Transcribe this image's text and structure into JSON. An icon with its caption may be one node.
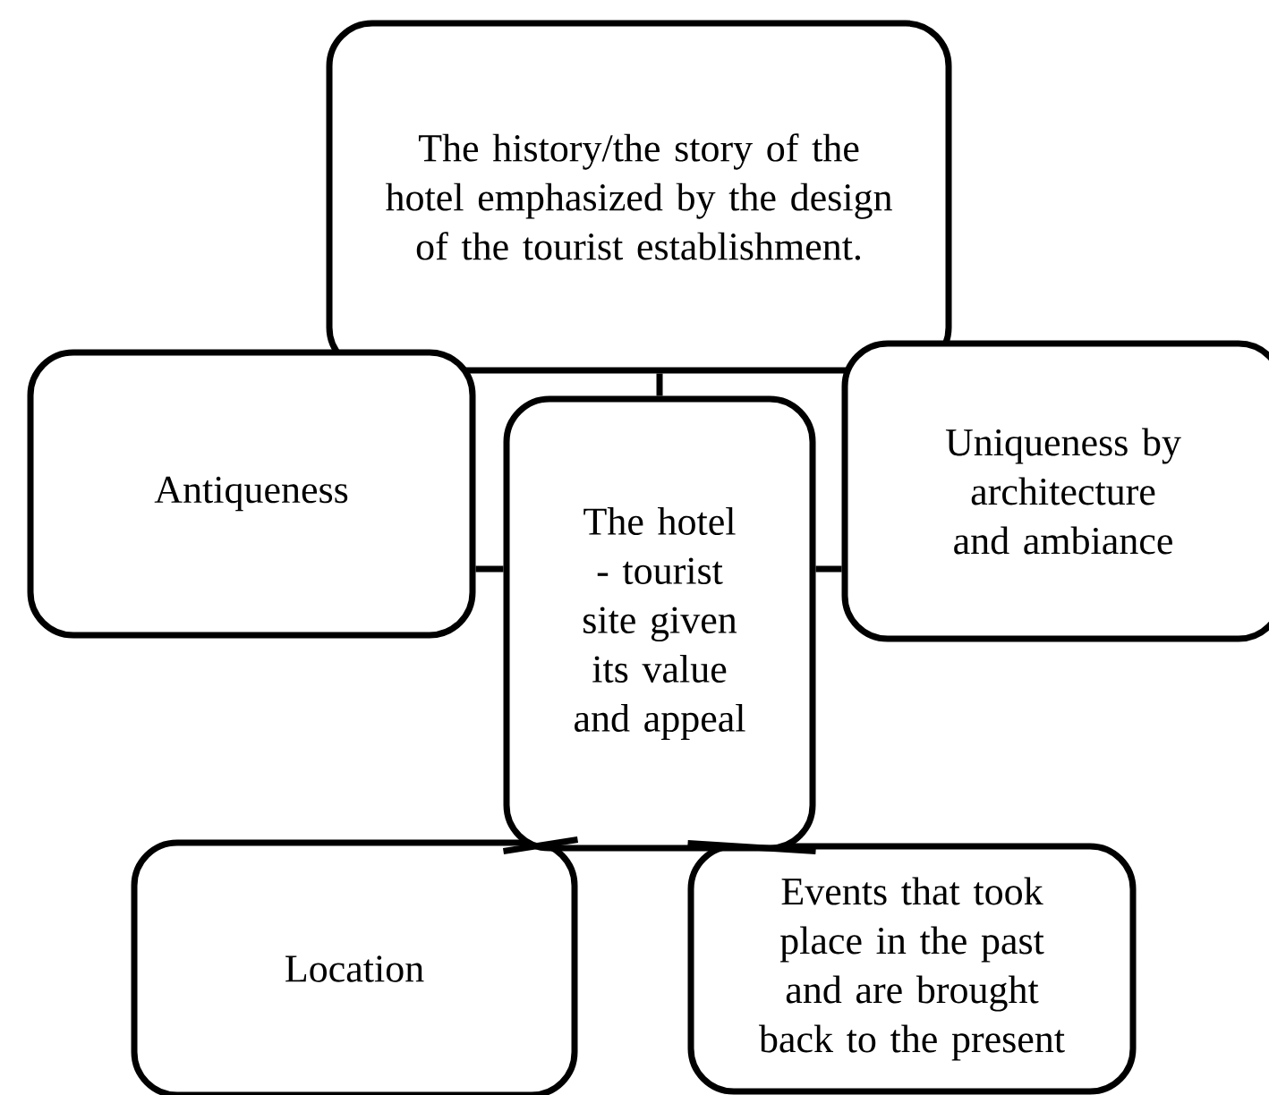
{
  "diagram": {
    "nodes": [
      {
        "text": [
          "The history/the story of the hotel emphasized by the design of the tourist establishment."
        ]
      },
      {
        "text": [
          "Antiqueness"
        ]
      },
      {
        "text": [
          "The hotel - tourist site given its value and appeal"
        ]
      },
      {
        "text": [
          "Uniqueness by architecture and ambiance"
        ]
      },
      {
        "text": [
          "Location"
        ]
      },
      {
        "text": [
          "Events that took place in the past and are brought back to the present"
        ]
      }
    ],
    "edges": [
      {
        "from": 2,
        "to": 0,
        "arrow": "none"
      },
      {
        "from": 2,
        "to": 1,
        "arrow": "none"
      },
      {
        "from": 2,
        "to": 3,
        "arrow": "none"
      },
      {
        "from": 2,
        "to": 4,
        "arrow": "none"
      },
      {
        "from": 2,
        "to": 5,
        "arrow": "none"
      }
    ]
  }
}
